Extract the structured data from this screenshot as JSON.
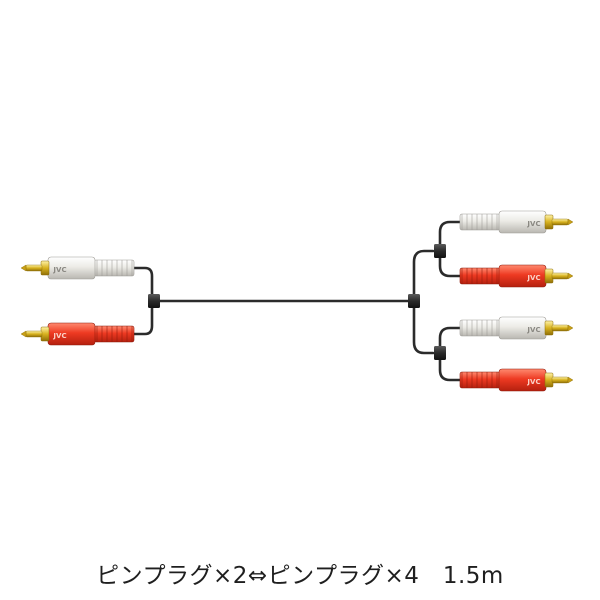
{
  "caption": "ピンプラグ×2⇔ピンプラグ×4　1.5m",
  "plug_brand": "JVC",
  "colors": {
    "cable": "#2b2b2b",
    "white_plug": "#e8e6e1",
    "red_plug": "#e8321f",
    "gold_pin": "#d8b21f"
  },
  "plugs_left": [
    {
      "color": "white"
    },
    {
      "color": "red"
    }
  ],
  "plugs_right": [
    {
      "color": "white"
    },
    {
      "color": "red"
    },
    {
      "color": "white"
    },
    {
      "color": "red"
    }
  ]
}
